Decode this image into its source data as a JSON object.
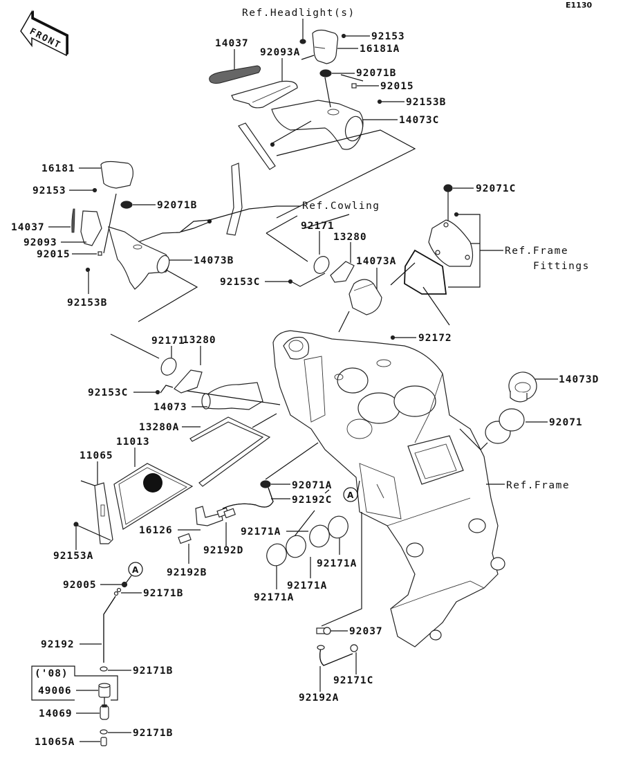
{
  "diagram": {
    "code": "E1130",
    "front_label": "FRONT",
    "references": {
      "headlight": "Ref.Headlight(s)",
      "cowling": "Ref.Cowling",
      "frame_fittings_1": "Ref.Frame",
      "frame_fittings_2": "Fittings",
      "frame": "Ref.Frame"
    },
    "callouts": {
      "a1": "A",
      "a2": "A"
    },
    "year_note": "('08)",
    "parts": {
      "p14037_top": "14037",
      "p92093A": "92093A",
      "p92153_top": "92153",
      "p16181A": "16181A",
      "p92071B_top": "92071B",
      "p92015_top": "92015",
      "p92153B_top": "92153B",
      "p14073C": "14073C",
      "p16181": "16181",
      "p92153_left": "92153",
      "p92071B_left": "92071B",
      "p14037_left": "14037",
      "p92093": "92093",
      "p92015_left": "92015",
      "p14073B": "14073B",
      "p92153B_left": "92153B",
      "p92071C": "92071C",
      "p92171_mid": "92171",
      "p13280_mid": "13280",
      "p14073A": "14073A",
      "p92153C_mid": "92153C",
      "p92172": "92172",
      "p92171_low": "92171",
      "p13280_low": "13280",
      "p92153C_low": "92153C",
      "p14073": "14073",
      "p14073D": "14073D",
      "p92071": "92071",
      "p13280A": "13280A",
      "p11013": "11013",
      "p11065": "11065",
      "p92071A": "92071A",
      "p92192C": "92192C",
      "p16126": "16126",
      "p92192D": "92192D",
      "p92192B": "92192B",
      "p92153A": "92153A",
      "p92171A_1": "92171A",
      "p92171A_2": "92171A",
      "p92171A_3": "92171A",
      "p92171A_4": "92171A",
      "p92005": "92005",
      "p92171B_1": "92171B",
      "p92192": "92192",
      "p92171B_2": "92171B",
      "p49006": "49006",
      "p14069": "14069",
      "p92171B_3": "92171B",
      "p11065A": "11065A",
      "p92037": "92037",
      "p92171C": "92171C",
      "p92192A": "92192A"
    }
  }
}
